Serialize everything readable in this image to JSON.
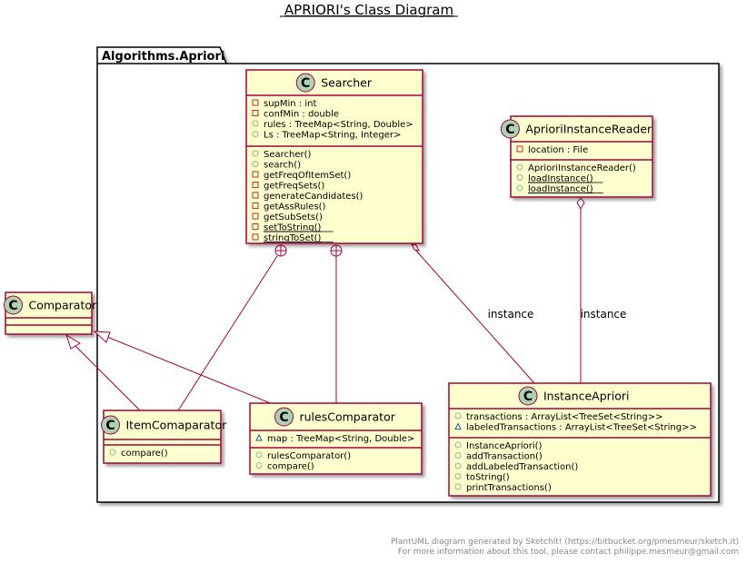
{
  "title": "APRIORI's Class Diagram",
  "package": {
    "name": "Algorithms.Apriori"
  },
  "classes": {
    "searcher": {
      "name": "Searcher",
      "fields": [
        {
          "vis": "private",
          "text": "supMin : int",
          "static": false
        },
        {
          "vis": "private",
          "text": "confMin : double",
          "static": false
        },
        {
          "vis": "public",
          "text": "rules : TreeMap<String, Double>",
          "static": false
        },
        {
          "vis": "public",
          "text": "Ls : TreeMap<String, Integer>",
          "static": false
        }
      ],
      "methods": [
        {
          "vis": "public",
          "text": "Searcher()",
          "static": false
        },
        {
          "vis": "public",
          "text": "search()",
          "static": false
        },
        {
          "vis": "private",
          "text": "getFreqOfItemSet()",
          "static": false
        },
        {
          "vis": "private",
          "text": "getFreqSets()",
          "static": false
        },
        {
          "vis": "private",
          "text": "generateCandidates()",
          "static": false
        },
        {
          "vis": "private",
          "text": "getAssRules()",
          "static": false
        },
        {
          "vis": "private",
          "text": "getSubSets()",
          "static": false
        },
        {
          "vis": "private",
          "text": "setToString()",
          "static": true
        },
        {
          "vis": "private",
          "text": "stringToSet()",
          "static": true
        }
      ]
    },
    "reader": {
      "name": "AprioriInstanceReader",
      "fields": [
        {
          "vis": "private",
          "text": "location : File",
          "static": false
        }
      ],
      "methods": [
        {
          "vis": "public",
          "text": "AprioriInstanceReader()",
          "static": false
        },
        {
          "vis": "public",
          "text": "loadInstance()",
          "static": true
        },
        {
          "vis": "public",
          "text": "loadInstance()",
          "static": true
        }
      ]
    },
    "comparator": {
      "name": "Comparator",
      "fields": [],
      "methods": []
    },
    "itemcomp": {
      "name": "ItemComaparator",
      "fields": [],
      "methods": [
        {
          "vis": "public",
          "text": "compare()",
          "static": false
        }
      ]
    },
    "rulescomp": {
      "name": "rulesComparator",
      "fields": [
        {
          "vis": "package",
          "text": "map : TreeMap<String, Double>",
          "static": false
        }
      ],
      "methods": [
        {
          "vis": "public",
          "text": "rulesComparator()",
          "static": false
        },
        {
          "vis": "public",
          "text": "compare()",
          "static": false
        }
      ]
    },
    "instance": {
      "name": "InstanceApriori",
      "fields": [
        {
          "vis": "public",
          "text": "transactions : ArrayList<TreeSet<String>>",
          "static": false
        },
        {
          "vis": "package",
          "text": "labeledTransactions : ArrayList<TreeSet<String>>",
          "static": false
        }
      ],
      "methods": [
        {
          "vis": "public",
          "text": "InstanceApriori()",
          "static": false
        },
        {
          "vis": "public",
          "text": "addTransaction()",
          "static": false
        },
        {
          "vis": "public",
          "text": "addLabeledTransaction()",
          "static": false
        },
        {
          "vis": "public",
          "text": "toString()",
          "static": false
        },
        {
          "vis": "public",
          "text": "printTransactions()",
          "static": false
        }
      ]
    }
  },
  "relations": {
    "searcher_instance_label": "instance",
    "reader_instance_label": "instance"
  },
  "footer": {
    "line1": "PlantUML diagram generated by SketchIt! (https://bitbucket.org/pmesmeur/sketch.it)",
    "line2": "For more information about this tool, please contact philippe.mesmeur@gmail.com"
  },
  "colors": {
    "class_fill": "#FEFECE",
    "class_border": "#A80036",
    "circle_fill": "#ADD1B2",
    "private": "#C82930",
    "public": "#84BE84",
    "package": "#1963A0"
  }
}
